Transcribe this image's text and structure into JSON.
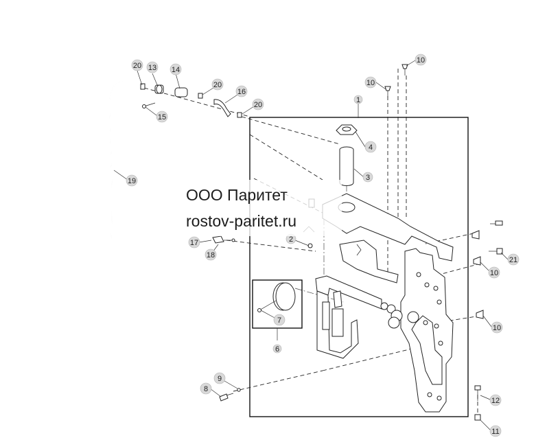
{
  "watermark": {
    "line1": "ООО Паритет",
    "line2": "rostov-paritet.ru"
  },
  "callouts": [
    {
      "id": "c20a",
      "num": "20"
    },
    {
      "id": "c13",
      "num": "13"
    },
    {
      "id": "c14",
      "num": "14"
    },
    {
      "id": "c20b",
      "num": "20"
    },
    {
      "id": "c16",
      "num": "16"
    },
    {
      "id": "c20c",
      "num": "20"
    },
    {
      "id": "c15",
      "num": "15"
    },
    {
      "id": "c19",
      "num": "19"
    },
    {
      "id": "c10a",
      "num": "10"
    },
    {
      "id": "c10b",
      "num": "10"
    },
    {
      "id": "c1",
      "num": "1"
    },
    {
      "id": "c4",
      "num": "4"
    },
    {
      "id": "c3",
      "num": "3"
    },
    {
      "id": "c17",
      "num": "17"
    },
    {
      "id": "c18",
      "num": "18"
    },
    {
      "id": "c2",
      "num": "2"
    },
    {
      "id": "c21",
      "num": "21"
    },
    {
      "id": "c10c",
      "num": "10"
    },
    {
      "id": "c10d",
      "num": "10"
    },
    {
      "id": "c7",
      "num": "7"
    },
    {
      "id": "c6",
      "num": "6"
    },
    {
      "id": "c9",
      "num": "9"
    },
    {
      "id": "c8",
      "num": "8"
    },
    {
      "id": "c12",
      "num": "12"
    },
    {
      "id": "c11",
      "num": "11"
    }
  ]
}
